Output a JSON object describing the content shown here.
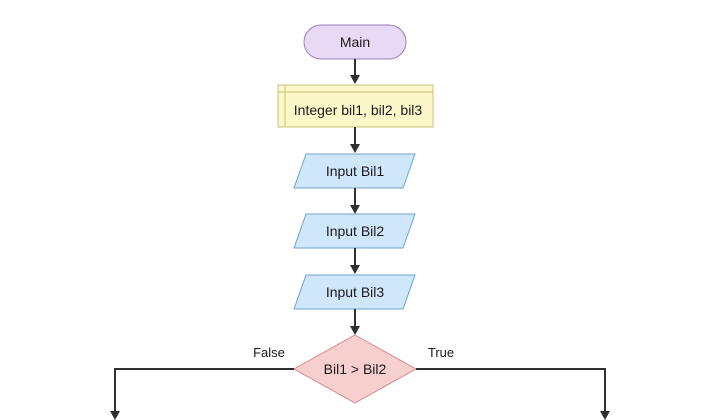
{
  "flowchart": {
    "start": {
      "label": "Main",
      "colors": {
        "fill": "#e8d9f5",
        "stroke": "#9a7fb8"
      }
    },
    "declare": {
      "label": "Integer bil1, bil2, bil3",
      "colors": {
        "fill": "#fbf7c8",
        "stroke": "#c9c27a"
      }
    },
    "inputs": [
      {
        "label": "Input Bil1"
      },
      {
        "label": "Input Bil2"
      },
      {
        "label": "Input Bil3"
      }
    ],
    "input_colors": {
      "fill": "#cfe6fb",
      "stroke": "#6fa3d3"
    },
    "decision": {
      "label": "Bil1 > Bil2",
      "false_label": "False",
      "true_label": "True",
      "colors": {
        "fill": "#f8cfcf",
        "stroke": "#d68a8a"
      }
    }
  }
}
